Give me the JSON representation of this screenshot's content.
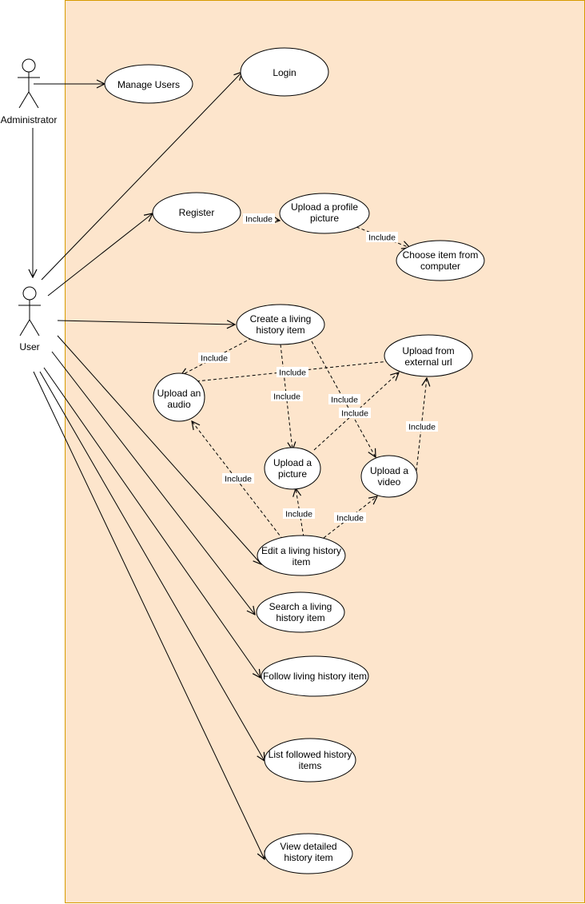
{
  "colors": {
    "system_fill": "#fde5cc",
    "system_stroke": "#d79b00",
    "line": "#000000"
  },
  "actors": {
    "administrator": "Administrator",
    "user": "User"
  },
  "use_cases": {
    "manage_users": [
      "Manage Users"
    ],
    "login": [
      "Login"
    ],
    "register": [
      "Register"
    ],
    "upload_profile_picture": [
      "Upload a profile",
      "picture"
    ],
    "choose_item_from_computer": [
      "Choose item from",
      "computer"
    ],
    "create_living_history_item": [
      "Create a living",
      "history item"
    ],
    "upload_from_external_url": [
      "Upload from",
      "external url"
    ],
    "upload_audio": [
      "Upload an",
      "audio"
    ],
    "upload_picture": [
      "Upload a",
      "picture"
    ],
    "upload_video": [
      "Upload a",
      "video"
    ],
    "edit_living_history_item": [
      "Edit a living history",
      "item"
    ],
    "search_living_history_item": [
      "Search a living",
      "history item"
    ],
    "follow_living_history_item": [
      "Follow living history item"
    ],
    "list_followed_history_items": [
      "List followed history",
      "items"
    ],
    "view_detailed_history_item": [
      "View detailed",
      "history item"
    ]
  },
  "relation_label": "Include"
}
